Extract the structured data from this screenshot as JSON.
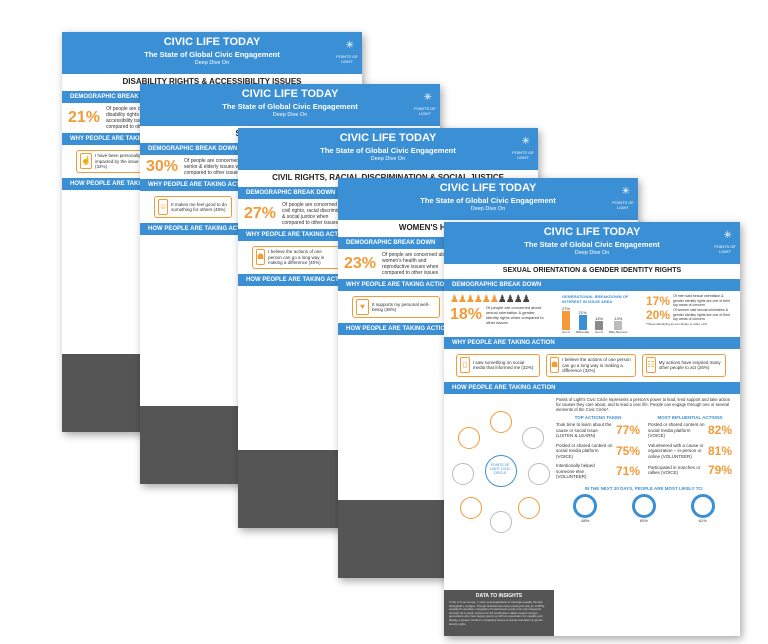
{
  "common": {
    "brand": "CIVIC LIFE TODAY",
    "title": "The State of Global Civic Engagement",
    "subtitle": "Deep Dive On",
    "logo": "POINTS OF LIGHT",
    "demo_band": "DEMOGRAPHIC BREAK DOWN",
    "why_band": "WHY PEOPLE ARE TAKING ACTION",
    "how_band": "HOW PEOPLE ARE TAKING ACTION",
    "insights": "DATA TO INSIGHTS",
    "civic_circle": "POINTS OF LIGHT CIVIC CIRCLE",
    "colors": {
      "blue": "#3b8fd4",
      "orange": "#f29b38",
      "gray": "#555555"
    }
  },
  "sheets": [
    {
      "topic": "DISABILITY RIGHTS & ACCESSIBILITY ISSUES",
      "pct": "21%",
      "pct_text": "Of people are concerned about disability rights and accessibility issues when compared to other issue areas",
      "why_text": "I have been personally impacted by the issue (32%)"
    },
    {
      "topic": "SENIOR & ELDERLY ISSUES",
      "pct": "30%",
      "pct_text": "Of people are concerned about senior & elderly issues when compared to other issues",
      "why_text": "It makes me feel good to do something for others (48%)"
    },
    {
      "topic": "CIVIL RIGHTS, RACIAL DISCRIMINATION & SOCIAL JUSTICE",
      "pct": "27%",
      "pct_text": "Of people are concerned about civil rights, racial discrimination & social justice when compared to other issues",
      "why_text": "I believe the actions of one person can go a long way in making a difference (40%)"
    },
    {
      "topic": "WOMEN'S HEALTH & REPRODUCTIVE ISSUES",
      "pct": "23%",
      "pct_text": "Of people are concerned about women's health and reproductive issues when compared to other issues",
      "why_text": "It supports my personal well-being (38%)"
    }
  ],
  "front": {
    "topic": "SEXUAL ORIENTATION & GENDER IDENTITY RIGHTS",
    "pct": "18%",
    "pct_text": "Of people are concerned about sexual orientation & gender identity rights when compared to other issues",
    "gen_title": "GENERATIONAL BREAKDOWN OF INTEREST IN ISSUE AREA",
    "gen_bars": [
      {
        "label": "Gen Z",
        "value": "27%"
      },
      {
        "label": "Millennials",
        "value": "21%"
      },
      {
        "label": "Gen X",
        "value": "13%"
      },
      {
        "label": "Baby Boomers",
        "value": "13%"
      }
    ],
    "side_stats": [
      {
        "pct": "17%",
        "text": "Of men said sexual orientation & gender identity rights are one of their top areas of concern"
      },
      {
        "pct": "20%",
        "text": "Of women said sexual orientation & gender identity rights are one of their top areas of concern"
      }
    ],
    "side_note": "*Those identifying as non-binary or other +0%",
    "why": [
      {
        "icon": "phone-icon",
        "text": "I saw something on social media that informed me (32%)"
      },
      {
        "icon": "person-icon",
        "text": "I believe the actions of one person can go a long way in making a difference (32%)"
      },
      {
        "icon": "group-icon",
        "text": "My actions have inspired many other people to act (26%)"
      }
    ],
    "how_intro": "Points of Light's Civic Circle represents a person's power to lead, lend support and take action for causes they care about, and to lead a civic life. People can engage through one or several elements of the Civic Circle*.",
    "top_title": "TOP ACTIONS TAKEN",
    "infl_title": "MOST INFLUENTIAL ACTIONS",
    "top_actions": [
      {
        "text": "Took time to learn about the cause or social issue (LISTEN & LEARN)",
        "pct": "77%"
      },
      {
        "text": "Posted or shared content on social media platform (VOICE)",
        "pct": "75%"
      },
      {
        "text": "Intentionally helped someone else (VOLUNTEER)",
        "pct": "71%"
      }
    ],
    "infl_actions": [
      {
        "text": "Posted or shared content on social media platform (VOICE)",
        "pct": "82%"
      },
      {
        "text": "Volunteered with a cause or organization – in-person or online (VOLUNTEER)",
        "pct": "81%"
      },
      {
        "text": "Participated in marches or rallies (VOICE)",
        "pct": "79%"
      }
    ],
    "insight_text": "In the U.S. as we say, 7 years post-legalization of marriage equality through Obergefell v. Hodges. Though activists have been paving the way for LGBTQ equality for decades, integration of mainstream society has only happened recently. As a result, consent for the social-issue stakes seated younger generations who have largely grown up with an expectation for equality and display a greater comfort in navigating issues of sexual orientation & gender identity rights.",
    "next30": "IN THE NEXT 30 DAYS, PEOPLE ARE MOST LIKELY TO:",
    "next30_vals": [
      "68%",
      "65%",
      "61%"
    ]
  }
}
